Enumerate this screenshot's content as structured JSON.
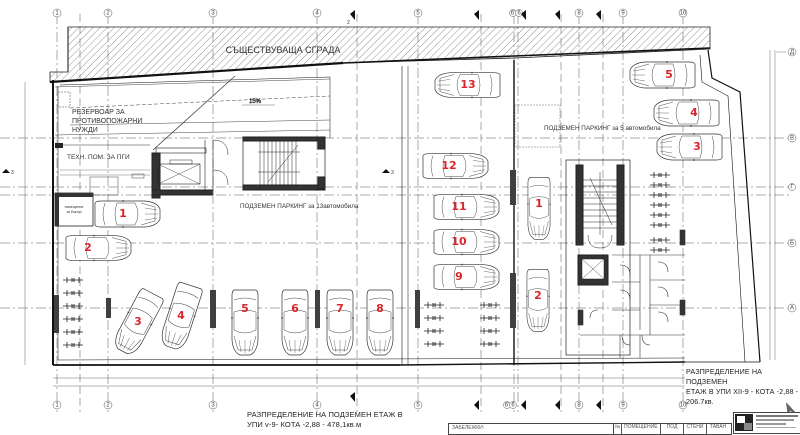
{
  "drawing": {
    "existing_building_label": "СЪЩЕСТВУВАЩА СГРАДА",
    "slope_label": "15%",
    "rooms": {
      "fire_tank": [
        "РЕЗЕРВОАР ЗА",
        "ПРОТИВОПОЖАРНИ",
        "НУЖДИ"
      ],
      "tech_room": "ТЕХН. ПОМ. ЗА ПГИ",
      "parking_left": "ПОДЗЕМЕН ПАРКИНГ за 13автомобила",
      "parking_right": "ПОДЗЕМЕН ПАРКИНГ за 5 автомобила",
      "storage_left": [
        "помещение",
        "за боклук"
      ]
    },
    "captions": {
      "left_plot": [
        "РАЗПРЕДЕЛЕНИЕ НА ПОДЗЕМЕН ЕТАЖ В",
        "УПИ v-9- КОТА -2,88 - 478,1кв.м"
      ],
      "right_plot": [
        "РАЗПРЕДЕЛЕНИЕ НА ПОДЗЕМЕН",
        "ЕТАЖ В УПИ XII-9 - КОТА -2,88 - 206.7кв."
      ]
    },
    "grid_axes_top": [
      "1",
      "2",
      "3",
      "4",
      "5",
      "6'",
      "6",
      "8",
      "9",
      "10"
    ],
    "grid_axes_bottom": [
      "1",
      "2",
      "3",
      "4",
      "5",
      "6'",
      "6",
      "8",
      "9",
      "10"
    ],
    "grid_axes_right": [
      "Д",
      "В",
      "Г",
      "Б",
      "А"
    ],
    "section_markers": [
      "1'",
      "2",
      "3'",
      "2'",
      "1'",
      "3"
    ],
    "parking_spots_left": [
      "1",
      "2",
      "3",
      "4",
      "5",
      "6",
      "7",
      "8",
      "9",
      "10",
      "11",
      "12",
      "13"
    ],
    "parking_spots_right": [
      "1",
      "2",
      "3",
      "4",
      "5"
    ],
    "legend": {
      "notes_label": "ЗАБЕЛЕЖКИ:",
      "table_headers": [
        "№",
        "ПОМЕЩЕНИЕ",
        "ПОД",
        "СТЕНИ",
        "ТАВАН"
      ]
    },
    "colors": {
      "spot_numbers": "#d8262c",
      "lines": "#333333",
      "hatch": "#555555"
    }
  }
}
